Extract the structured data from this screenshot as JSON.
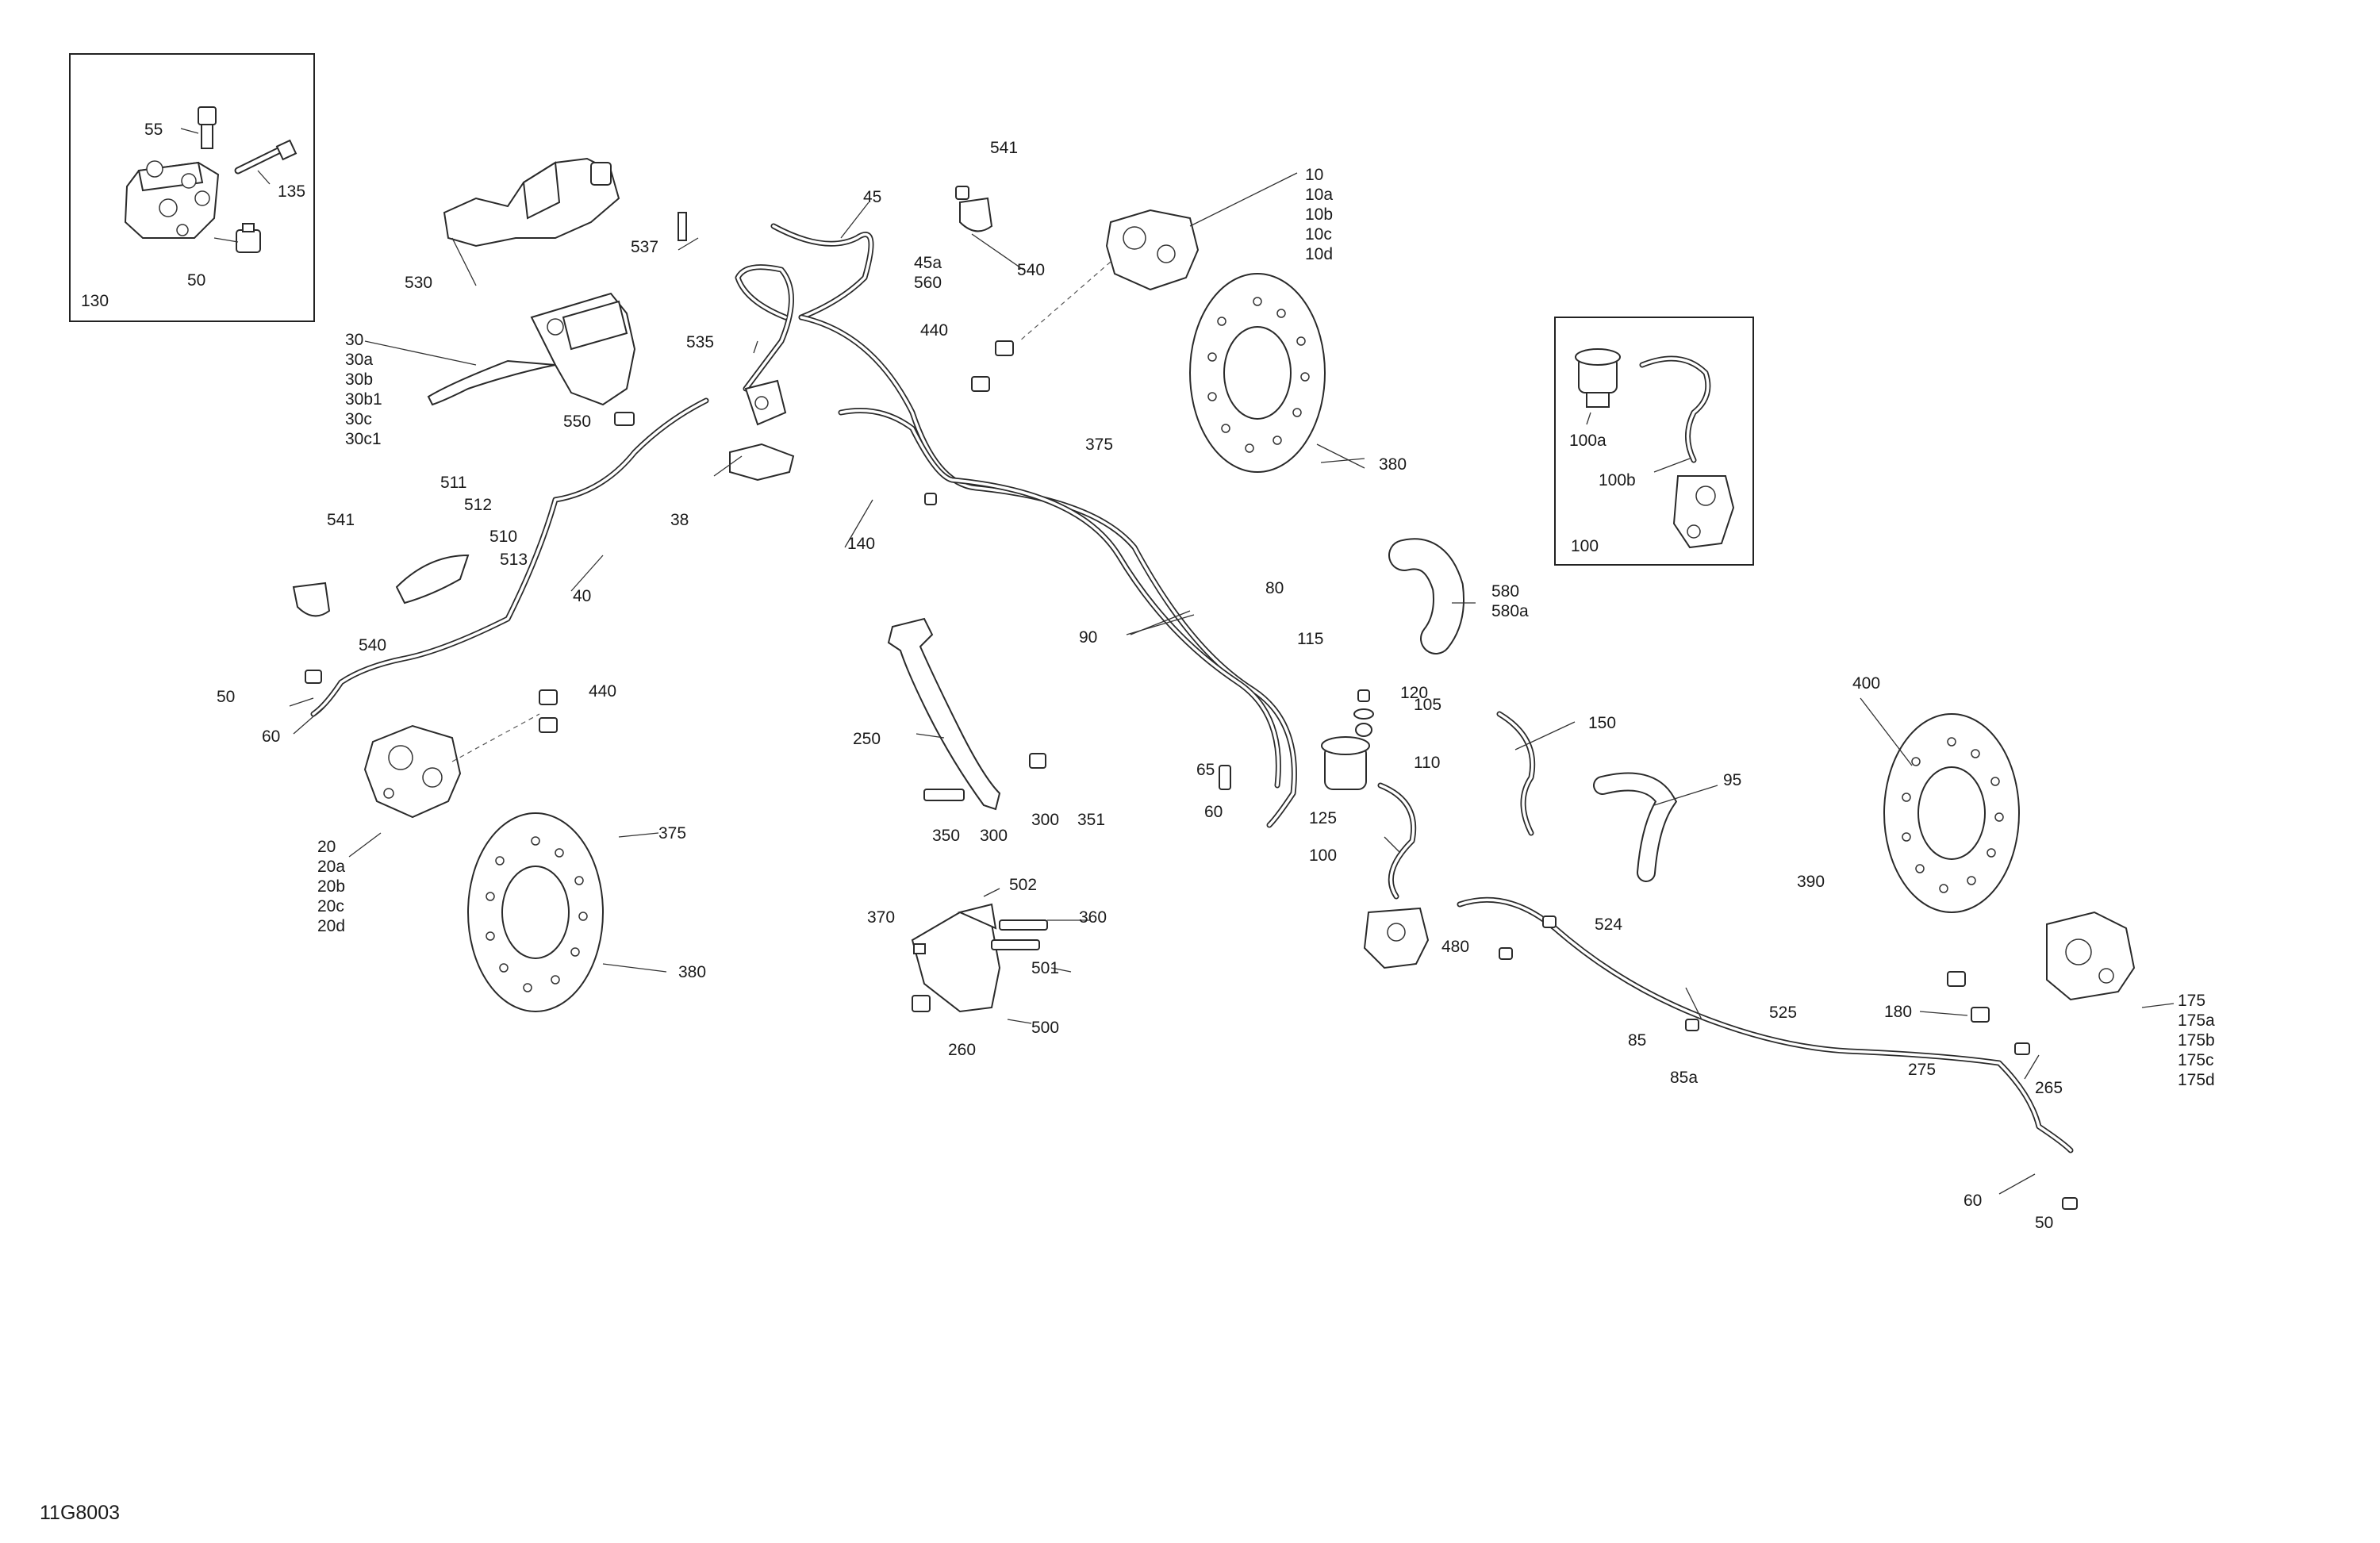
{
  "reference_code": "11G8003",
  "callouts": {
    "c10": "10",
    "c10a": "10a",
    "c10b": "10b",
    "c10c": "10c",
    "c10d": "10d",
    "c20": "20",
    "c20a": "20a",
    "c20b": "20b",
    "c20c": "20c",
    "c20d": "20d",
    "c30": "30",
    "c30a": "30a",
    "c30b": "30b",
    "c30b1": "30b1",
    "c30c": "30c",
    "c30c1": "30c1",
    "c38": "38",
    "c40": "40",
    "c45": "45",
    "c45a": "45a",
    "c50a": "50",
    "c50b": "50",
    "c50c": "50",
    "c55": "55",
    "c60a": "60",
    "c60b": "60",
    "c60c": "60",
    "c65": "65",
    "c80": "80",
    "c85": "85",
    "c85a": "85a",
    "c90": "90",
    "c95": "95",
    "c100": "100",
    "c100a": "100a",
    "c100b": "100b",
    "c100box": "100",
    "c105": "105",
    "c110": "110",
    "c115": "115",
    "c120": "120",
    "c125": "125",
    "c130": "130",
    "c135": "135",
    "c140": "140",
    "c150": "150",
    "c175": "175",
    "c175a": "175a",
    "c175b": "175b",
    "c175c": "175c",
    "c175d": "175d",
    "c180": "180",
    "c250": "250",
    "c260": "260",
    "c265": "265",
    "c275": "275",
    "c300a": "300",
    "c300b": "300",
    "c350": "350",
    "c351": "351",
    "c360": "360",
    "c370": "370",
    "c375a": "375",
    "c375b": "375",
    "c380a": "380",
    "c380b": "380",
    "c390": "390",
    "c400": "400",
    "c440a": "440",
    "c440b": "440",
    "c480": "480",
    "c500": "500",
    "c501": "501",
    "c502": "502",
    "c510": "510",
    "c511": "511",
    "c512": "512",
    "c513": "513",
    "c524": "524",
    "c525": "525",
    "c530": "530",
    "c535": "535",
    "c537": "537",
    "c540a": "540",
    "c540b": "540",
    "c541a": "541",
    "c541b": "541",
    "c550": "550",
    "c560": "560",
    "c580": "580",
    "c580a": "580a"
  }
}
